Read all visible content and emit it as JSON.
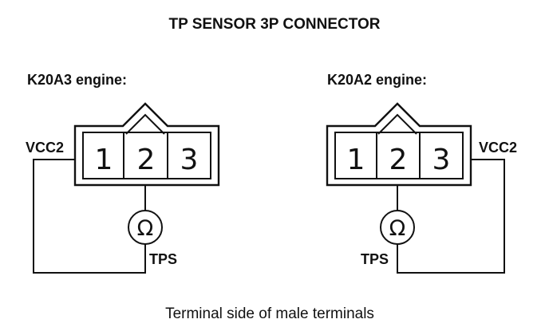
{
  "title": "TP SENSOR 3P CONNECTOR",
  "caption": "Terminal side of male terminals",
  "left": {
    "engine": "K20A3 engine:",
    "supply_label": "VCC2",
    "sensor_label": "TPS",
    "pins": [
      "1",
      "2",
      "3"
    ],
    "meter_symbol": "Ω"
  },
  "right": {
    "engine": "K20A2 engine:",
    "supply_label": "VCC2",
    "sensor_label": "TPS",
    "pins": [
      "1",
      "2",
      "3"
    ],
    "meter_symbol": "Ω"
  }
}
